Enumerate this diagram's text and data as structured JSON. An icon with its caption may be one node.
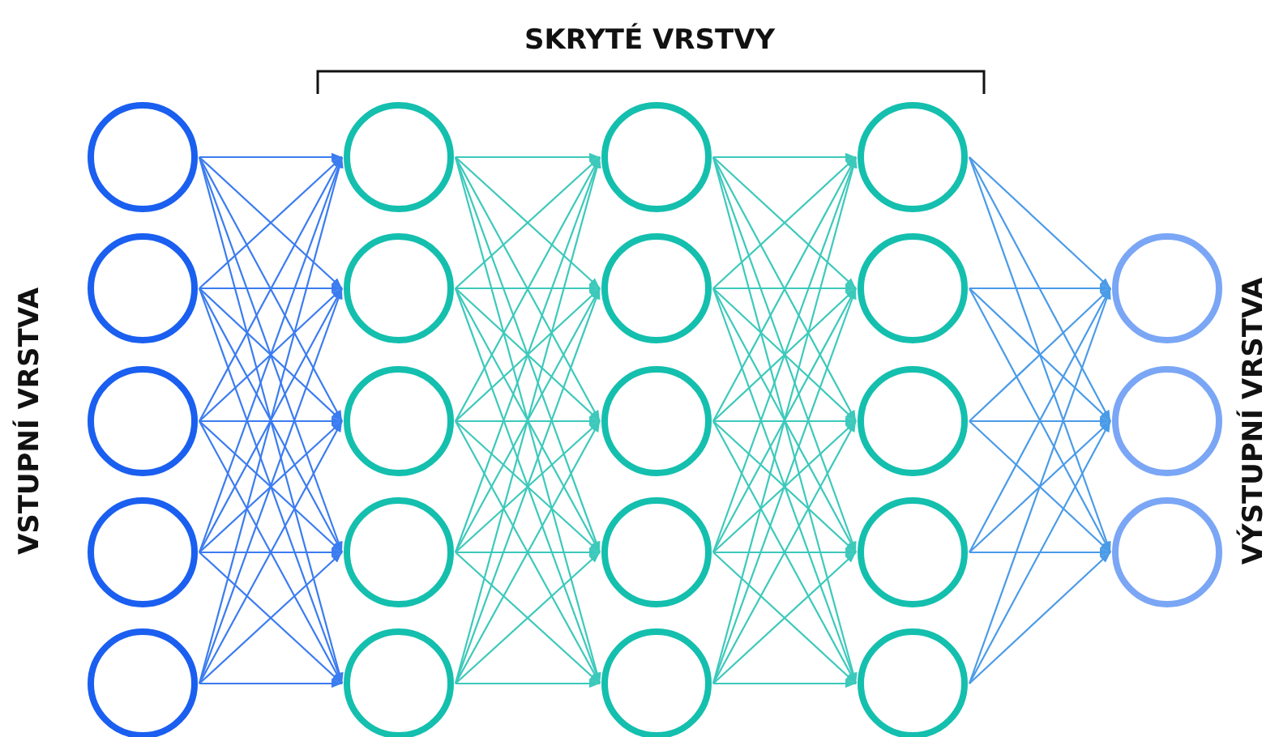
{
  "diagram": {
    "nodes": [
      {
        "text": [],
        "shape": "circle"
      },
      {
        "text": [],
        "shape": "circle"
      },
      {
        "text": [],
        "shape": "circle"
      },
      {
        "text": [],
        "shape": "circle"
      },
      {
        "text": [],
        "shape": "circle"
      },
      {
        "text": [],
        "shape": "circle"
      },
      {
        "text": [],
        "shape": "circle"
      },
      {
        "text": [],
        "shape": "circle"
      },
      {
        "text": [],
        "shape": "circle"
      },
      {
        "text": [],
        "shape": "circle"
      },
      {
        "text": [],
        "shape": "circle"
      },
      {
        "text": [],
        "shape": "circle"
      },
      {
        "text": [],
        "shape": "circle"
      },
      {
        "text": [],
        "shape": "circle"
      },
      {
        "text": [],
        "shape": "circle"
      },
      {
        "text": [],
        "shape": "circle"
      },
      {
        "text": [],
        "shape": "circle"
      },
      {
        "text": [],
        "shape": "circle"
      },
      {
        "text": [],
        "shape": "circle"
      },
      {
        "text": [],
        "shape": "circle"
      },
      {
        "text": [],
        "shape": "circle"
      },
      {
        "text": [],
        "shape": "circle"
      },
      {
        "text": [],
        "shape": "circle"
      }
    ],
    "edges": [
      {
        "from": 0,
        "to": 5,
        "arrow": "to",
        "color": "#3b7cf0"
      },
      {
        "from": 0,
        "to": 6,
        "arrow": "to",
        "color": "#3b7cf0"
      },
      {
        "from": 0,
        "to": 7,
        "arrow": "to",
        "color": "#3b7cf0"
      },
      {
        "from": 0,
        "to": 8,
        "arrow": "to",
        "color": "#3b7cf0"
      },
      {
        "from": 0,
        "to": 9,
        "arrow": "to",
        "color": "#3b7cf0"
      },
      {
        "from": 1,
        "to": 5,
        "arrow": "to",
        "color": "#3b7cf0"
      },
      {
        "from": 1,
        "to": 6,
        "arrow": "to",
        "color": "#3b7cf0"
      },
      {
        "from": 1,
        "to": 7,
        "arrow": "to",
        "color": "#3b7cf0"
      },
      {
        "from": 1,
        "to": 8,
        "arrow": "to",
        "color": "#3b7cf0"
      },
      {
        "from": 1,
        "to": 9,
        "arrow": "to",
        "color": "#3b7cf0"
      },
      {
        "from": 2,
        "to": 5,
        "arrow": "to",
        "color": "#3b7cf0"
      },
      {
        "from": 2,
        "to": 6,
        "arrow": "to",
        "color": "#3b7cf0"
      },
      {
        "from": 2,
        "to": 7,
        "arrow": "to",
        "color": "#3b7cf0"
      },
      {
        "from": 2,
        "to": 8,
        "arrow": "to",
        "color": "#3b7cf0"
      },
      {
        "from": 2,
        "to": 9,
        "arrow": "to",
        "color": "#3b7cf0"
      },
      {
        "from": 3,
        "to": 5,
        "arrow": "to",
        "color": "#3b7cf0"
      },
      {
        "from": 3,
        "to": 6,
        "arrow": "to",
        "color": "#3b7cf0"
      },
      {
        "from": 3,
        "to": 7,
        "arrow": "to",
        "color": "#3b7cf0"
      },
      {
        "from": 3,
        "to": 8,
        "arrow": "to",
        "color": "#3b7cf0"
      },
      {
        "from": 3,
        "to": 9,
        "arrow": "to",
        "color": "#3b7cf0"
      },
      {
        "from": 4,
        "to": 5,
        "arrow": "to",
        "color": "#3b7cf0"
      },
      {
        "from": 4,
        "to": 6,
        "arrow": "to",
        "color": "#3b7cf0"
      },
      {
        "from": 4,
        "to": 7,
        "arrow": "to",
        "color": "#3b7cf0"
      },
      {
        "from": 4,
        "to": 8,
        "arrow": "to",
        "color": "#3b7cf0"
      },
      {
        "from": 4,
        "to": 9,
        "arrow": "to",
        "color": "#3b7cf0"
      },
      {
        "from": 5,
        "to": 10,
        "arrow": "to"
      },
      {
        "from": 5,
        "to": 11,
        "arrow": "to"
      },
      {
        "from": 5,
        "to": 12,
        "arrow": "to"
      },
      {
        "from": 5,
        "to": 13,
        "arrow": "to"
      },
      {
        "from": 5,
        "to": 14,
        "arrow": "to"
      },
      {
        "from": 6,
        "to": 10,
        "arrow": "to"
      },
      {
        "from": 6,
        "to": 11,
        "arrow": "to"
      },
      {
        "from": 6,
        "to": 12,
        "arrow": "to"
      },
      {
        "from": 6,
        "to": 13,
        "arrow": "to"
      },
      {
        "from": 6,
        "to": 14,
        "arrow": "to"
      },
      {
        "from": 7,
        "to": 10,
        "arrow": "to"
      },
      {
        "from": 7,
        "to": 11,
        "arrow": "to"
      },
      {
        "from": 7,
        "to": 12,
        "arrow": "to"
      },
      {
        "from": 7,
        "to": 13,
        "arrow": "to"
      },
      {
        "from": 7,
        "to": 14,
        "arrow": "to"
      },
      {
        "from": 8,
        "to": 10,
        "arrow": "to"
      },
      {
        "from": 8,
        "to": 11,
        "arrow": "to"
      },
      {
        "from": 8,
        "to": 12,
        "arrow": "to"
      },
      {
        "from": 8,
        "to": 13,
        "arrow": "to"
      },
      {
        "from": 8,
        "to": 14,
        "arrow": "to"
      },
      {
        "from": 9,
        "to": 10,
        "arrow": "to"
      },
      {
        "from": 9,
        "to": 11,
        "arrow": "to"
      },
      {
        "from": 9,
        "to": 12,
        "arrow": "to"
      },
      {
        "from": 9,
        "to": 13,
        "arrow": "to"
      },
      {
        "from": 9,
        "to": 14,
        "arrow": "to"
      },
      {
        "from": 10,
        "to": 15,
        "arrow": "to"
      },
      {
        "from": 10,
        "to": 16,
        "arrow": "to"
      },
      {
        "from": 10,
        "to": 17,
        "arrow": "to"
      },
      {
        "from": 10,
        "to": 18,
        "arrow": "to"
      },
      {
        "from": 10,
        "to": 19,
        "arrow": "to"
      },
      {
        "from": 11,
        "to": 15,
        "arrow": "to"
      },
      {
        "from": 11,
        "to": 16,
        "arrow": "to"
      },
      {
        "from": 11,
        "to": 17,
        "arrow": "to"
      },
      {
        "from": 11,
        "to": 18,
        "arrow": "to"
      },
      {
        "from": 11,
        "to": 19,
        "arrow": "to"
      },
      {
        "from": 12,
        "to": 15,
        "arrow": "to"
      },
      {
        "from": 12,
        "to": 16,
        "arrow": "to"
      },
      {
        "from": 12,
        "to": 17,
        "arrow": "to"
      },
      {
        "from": 12,
        "to": 18,
        "arrow": "to"
      },
      {
        "from": 12,
        "to": 19,
        "arrow": "to"
      },
      {
        "from": 13,
        "to": 15,
        "arrow": "to"
      },
      {
        "from": 13,
        "to": 16,
        "arrow": "to"
      },
      {
        "from": 13,
        "to": 17,
        "arrow": "to"
      },
      {
        "from": 13,
        "to": 18,
        "arrow": "to"
      },
      {
        "from": 13,
        "to": 19,
        "arrow": "to"
      },
      {
        "from": 14,
        "to": 15,
        "arrow": "to"
      },
      {
        "from": 14,
        "to": 16,
        "arrow": "to"
      },
      {
        "from": 14,
        "to": 17,
        "arrow": "to"
      },
      {
        "from": 14,
        "to": 18,
        "arrow": "to"
      },
      {
        "from": 14,
        "to": 19,
        "arrow": "to"
      },
      {
        "from": 15,
        "to": 20,
        "arrow": "to",
        "color": "#4a9be8"
      },
      {
        "from": 15,
        "to": 21,
        "arrow": "to",
        "color": "#4a9be8"
      },
      {
        "from": 15,
        "to": 22,
        "arrow": "to",
        "color": "#4a9be8"
      },
      {
        "from": 16,
        "to": 20,
        "arrow": "to",
        "color": "#4a9be8"
      },
      {
        "from": 16,
        "to": 21,
        "arrow": "to",
        "color": "#4a9be8"
      },
      {
        "from": 16,
        "to": 22,
        "arrow": "to",
        "color": "#4a9be8"
      },
      {
        "from": 17,
        "to": 20,
        "arrow": "to",
        "color": "#4a9be8"
      },
      {
        "from": 17,
        "to": 21,
        "arrow": "to",
        "color": "#4a9be8"
      },
      {
        "from": 17,
        "to": 22,
        "arrow": "to",
        "color": "#4a9be8"
      },
      {
        "from": 18,
        "to": 20,
        "arrow": "to",
        "color": "#4a9be8"
      },
      {
        "from": 18,
        "to": 21,
        "arrow": "to",
        "color": "#4a9be8"
      },
      {
        "from": 18,
        "to": 22,
        "arrow": "to",
        "color": "#4a9be8"
      },
      {
        "from": 19,
        "to": 20,
        "arrow": "to",
        "color": "#4a9be8"
      },
      {
        "from": 19,
        "to": 21,
        "arrow": "to",
        "color": "#4a9be8"
      },
      {
        "from": 19,
        "to": 22,
        "arrow": "to",
        "color": "#4a9be8"
      }
    ],
    "labels": [
      "SKRYTÉ VRSTVY",
      "VSTUPNÍ VRSTVA",
      "VÝSTUPNÍ VRSTVA"
    ]
  }
}
